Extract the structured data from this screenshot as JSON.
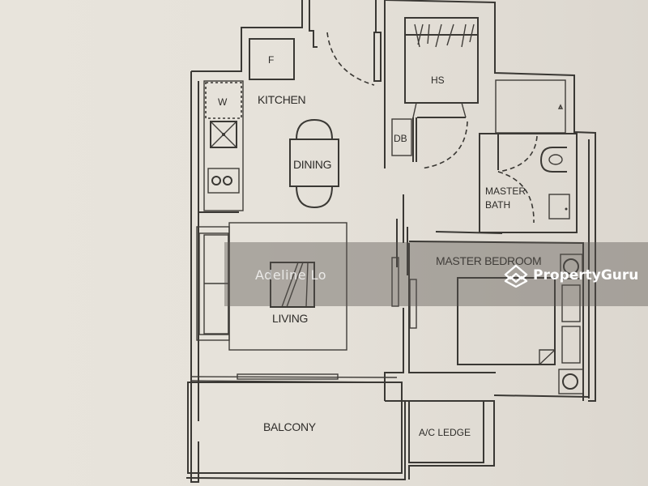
{
  "floor_plan": {
    "rooms": {
      "kitchen": "KITCHEN",
      "dining": "DINING",
      "living": "LIVING",
      "balcony": "BALCONY",
      "ac_ledge": "A/C LEDGE",
      "master_bedroom": "MASTER BEDROOM",
      "master_bath_line1": "MASTER",
      "master_bath_line2": "BATH",
      "household_shelter": "HS",
      "distribution_board": "DB",
      "fridge": "F",
      "washer": "W"
    }
  },
  "watermark": {
    "agent_name": "Adeline Lo",
    "brand": "PropertyGuru",
    "brand_icon": "propertyguru-logo-icon"
  },
  "colors": {
    "paper": "#e6e2da",
    "line": "#3a3834",
    "band": "#5a5650",
    "watermark_text": "#ffffff"
  }
}
